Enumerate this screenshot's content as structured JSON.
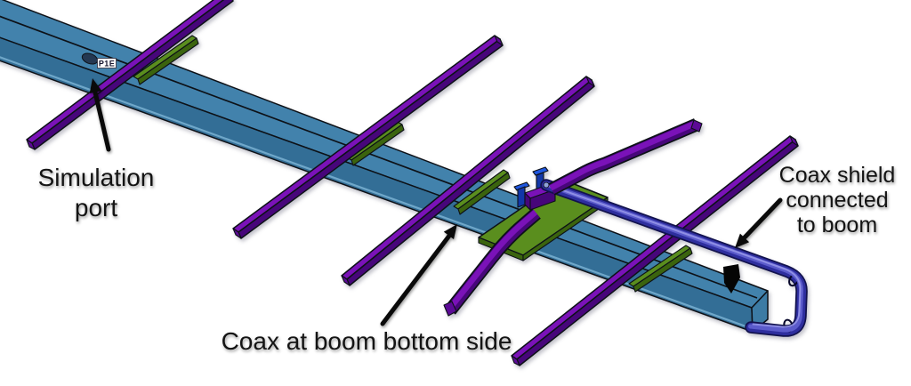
{
  "port": {
    "label": "P1E"
  },
  "annotations": {
    "simulation_port": {
      "lines": [
        "Simulation",
        "port"
      ]
    },
    "coax_bottom": {
      "text": "Coax at boom bottom side"
    },
    "coax_shield": {
      "lines": [
        "Coax shield",
        "connected",
        "to boom"
      ]
    }
  },
  "colors": {
    "background": "#ffffff",
    "edge": "#0d1117",
    "boom_top": "#4282ac",
    "boom_front": "#336e96",
    "boom_end": "#3c7ba4",
    "boom_hl": "#6fa7c9",
    "element_top": "#7a12b8",
    "element_side": "#47067a",
    "element_cap": "#5c0a96",
    "pcb_top": "#5a8e1e",
    "pcb_side": "#3b640e",
    "clamp_blue": "#1e56e0",
    "clamp_dark": "#1237a8",
    "coax_outer": "#12124e",
    "coax_mid": "#2e2e9e",
    "coax_light": "#5b5bcb",
    "coax_hl": "#9595e8",
    "marker": "#050505",
    "arrow": "#0a0a0a",
    "text": "#141414",
    "port_bg": "#ffffff",
    "port_notch": "#243852"
  }
}
